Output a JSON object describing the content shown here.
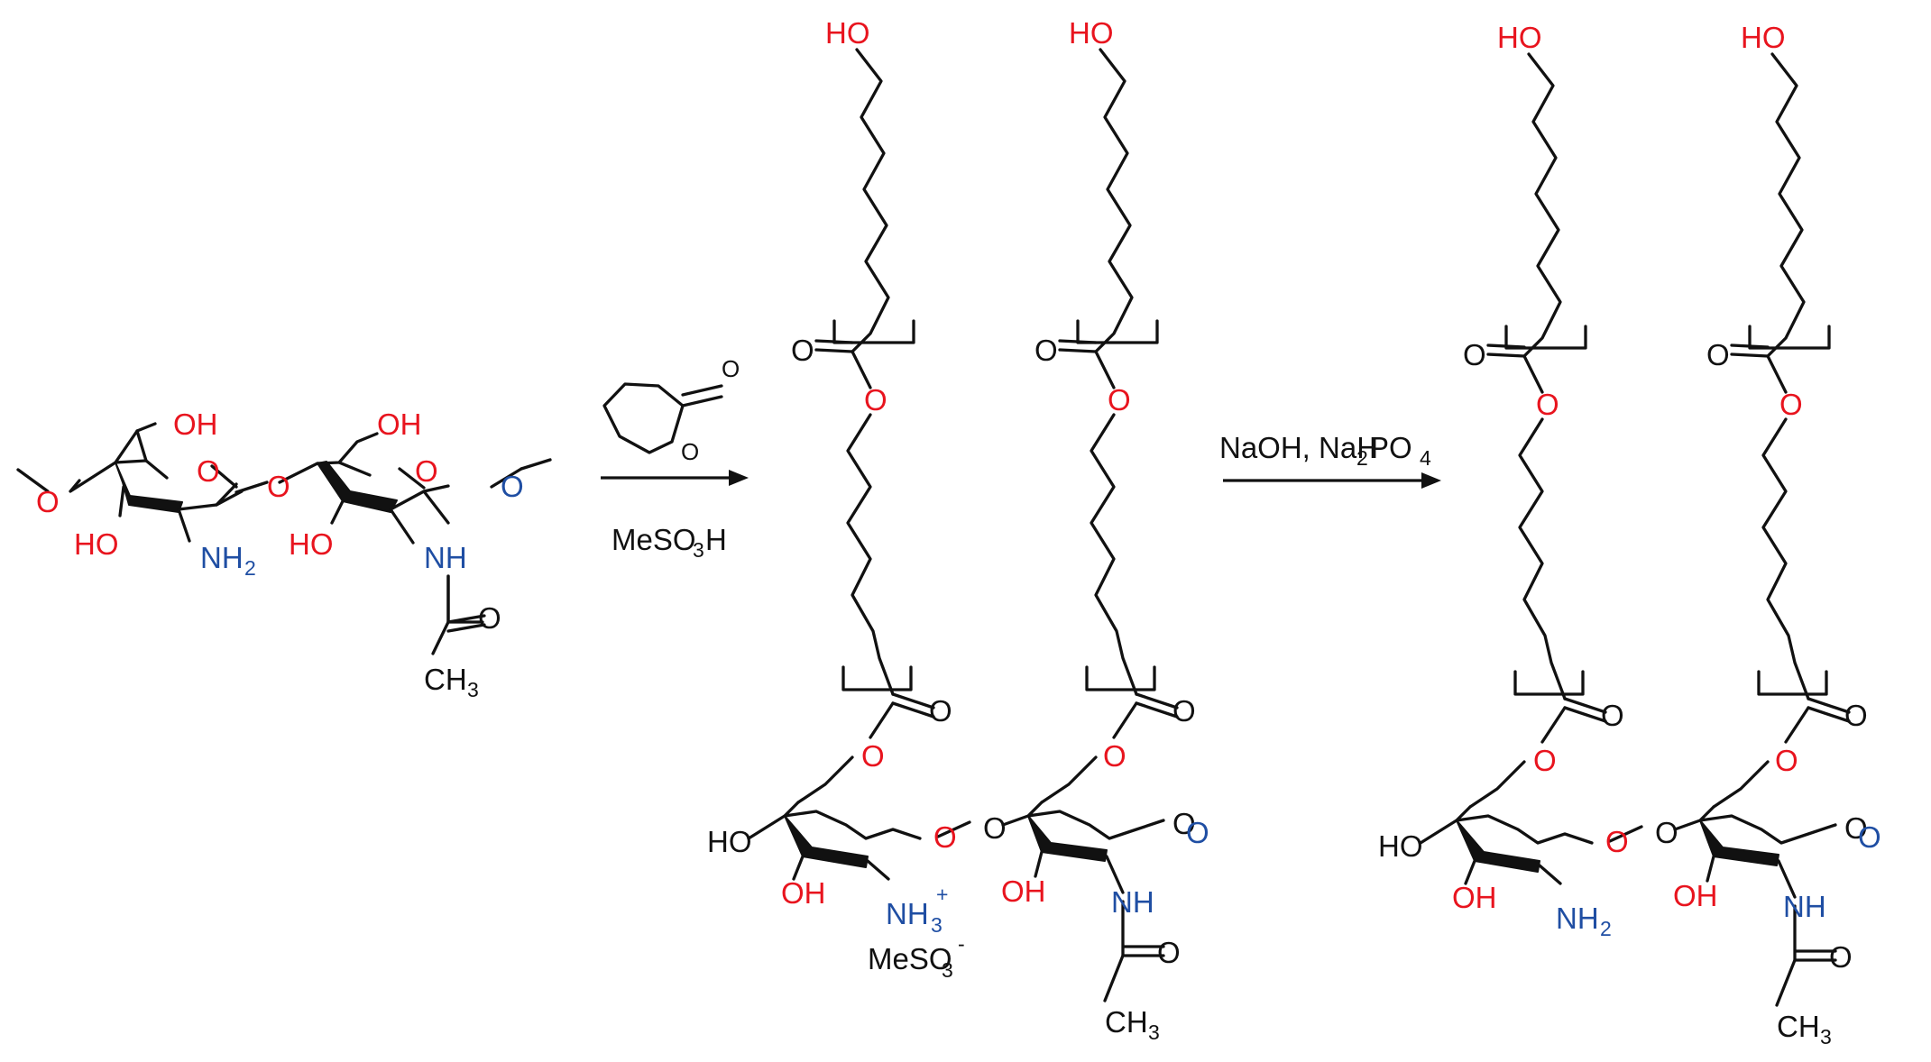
{
  "colors": {
    "oxygen": "#e8141e",
    "nitrogen": "#1f4ea3",
    "bond": "#111111",
    "background": "#ffffff"
  },
  "arrows": [
    {
      "reagent_labels": [
        "MeSO",
        "3",
        "H"
      ],
      "has_caprolactone_structure": true
    },
    {
      "reagent_labels": [
        "NaOH, NaH",
        "2",
        "PO",
        "4"
      ],
      "has_caprolactone_structure": false
    }
  ],
  "labels": {
    "ho": "HO",
    "oh": "OH",
    "o": "O",
    "nh": "NH",
    "nh2": "NH",
    "sub2": "2",
    "nh3": "NH",
    "sub3": "3",
    "plus": "+",
    "mes": "MeSO",
    "minus": "-",
    "c": "C",
    "h3": "H",
    "ch3_ch": "CH"
  }
}
